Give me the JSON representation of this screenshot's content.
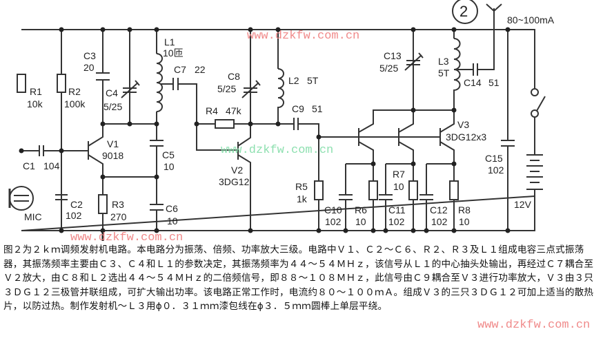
{
  "figure_number": "2",
  "current_label": "80~100mA",
  "labels": {
    "R1": "R1",
    "R1v": "10k",
    "R2": "R2",
    "R2v": "100k",
    "C3": "C3",
    "C3v": "20",
    "C4": "C4",
    "C4v": "5/25",
    "L1": "L1",
    "L1v": "10匝",
    "C7": "C7",
    "C7v": "22",
    "C1": "C1",
    "C1v": "104",
    "V1": "V1",
    "V1v": "9018",
    "C5": "C5",
    "C5v": "10",
    "C2": "C2",
    "C2v": "102",
    "R3": "R3",
    "R3v": "270",
    "C6": "C6",
    "C6v": "10",
    "MIC": "MIC",
    "C8": "C8",
    "C8v": "5/25",
    "R4": "R4",
    "R4v": "47k",
    "V2": "V2",
    "V2v": "3DG12",
    "L2": "L2",
    "L2v": "5T",
    "C9": "C9",
    "C9v": "51",
    "R5": "R5",
    "R5v": "1k",
    "C13": "C13",
    "C13v": "5/25",
    "L3": "L3",
    "L3v": "5T",
    "C14": "C14",
    "C14v": "51",
    "V3": "V3",
    "V3v": "3DG12x3",
    "C10": "C10",
    "C10v": "102",
    "R6": "R6",
    "R6v": "10",
    "R7": "R7",
    "R7v": "10",
    "C11": "C11",
    "C11v": "102",
    "C12": "C12",
    "C12v": "102",
    "R8": "R8",
    "R8v": "10",
    "C15": "C15",
    "C15v": "102",
    "battery": "12V"
  },
  "watermark": "www.dzkfw.com.cn",
  "caption": "图２为２ｋｍ调频发射机电路。本电路分为振荡、倍频、功率放大三级。电路中Ｖ１、Ｃ２～Ｃ６、Ｒ２、Ｒ３及Ｌ１组成电容三点式振荡器，其振荡频率主要由Ｃ３、Ｃ４和Ｌ１的参数决定，其振荡频率为４４～５４ＭＨｚ，该信号从Ｌ１的中心抽头处输出，再经过Ｃ７耦合至Ｖ２放大，由Ｃ８和Ｌ２选出４４～５４ＭＨｚ的二倍频信号，即８８～１０８ＭＨｚ，此信号由Ｃ９耦合至Ｖ３进行功率放大，Ｖ３由３只３ＤＧ１２三极管并联组成，可扩大输出功率。该电路正常工作时，电流约８０～１００ｍＡ。组成Ｖ３的三只３ＤＧ１２可加上适当的散热片，以防过热。制作发射机～Ｌ３用ϕ０．３１ｍｍ漆包线在ϕ３．５ｍｍ圆棒上单层平绕。"
}
